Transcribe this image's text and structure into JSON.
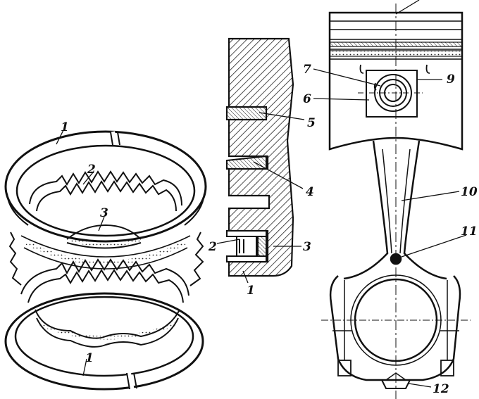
{
  "colors": {
    "ink": "#111111",
    "paper": "#ffffff",
    "hatch": "#222222"
  },
  "callouts": {
    "ring_top": "1",
    "expander_top": "2",
    "rail_top": "3",
    "ring_bottom": "1",
    "sec_2": "2",
    "sec_3": "3",
    "sec_1": "1",
    "sec_4": "4",
    "sec_5": "5",
    "pin_6": "6",
    "pin_7": "7",
    "piston_9": "9",
    "rod_10": "10",
    "bearing_11": "11",
    "bolt_12": "12"
  }
}
